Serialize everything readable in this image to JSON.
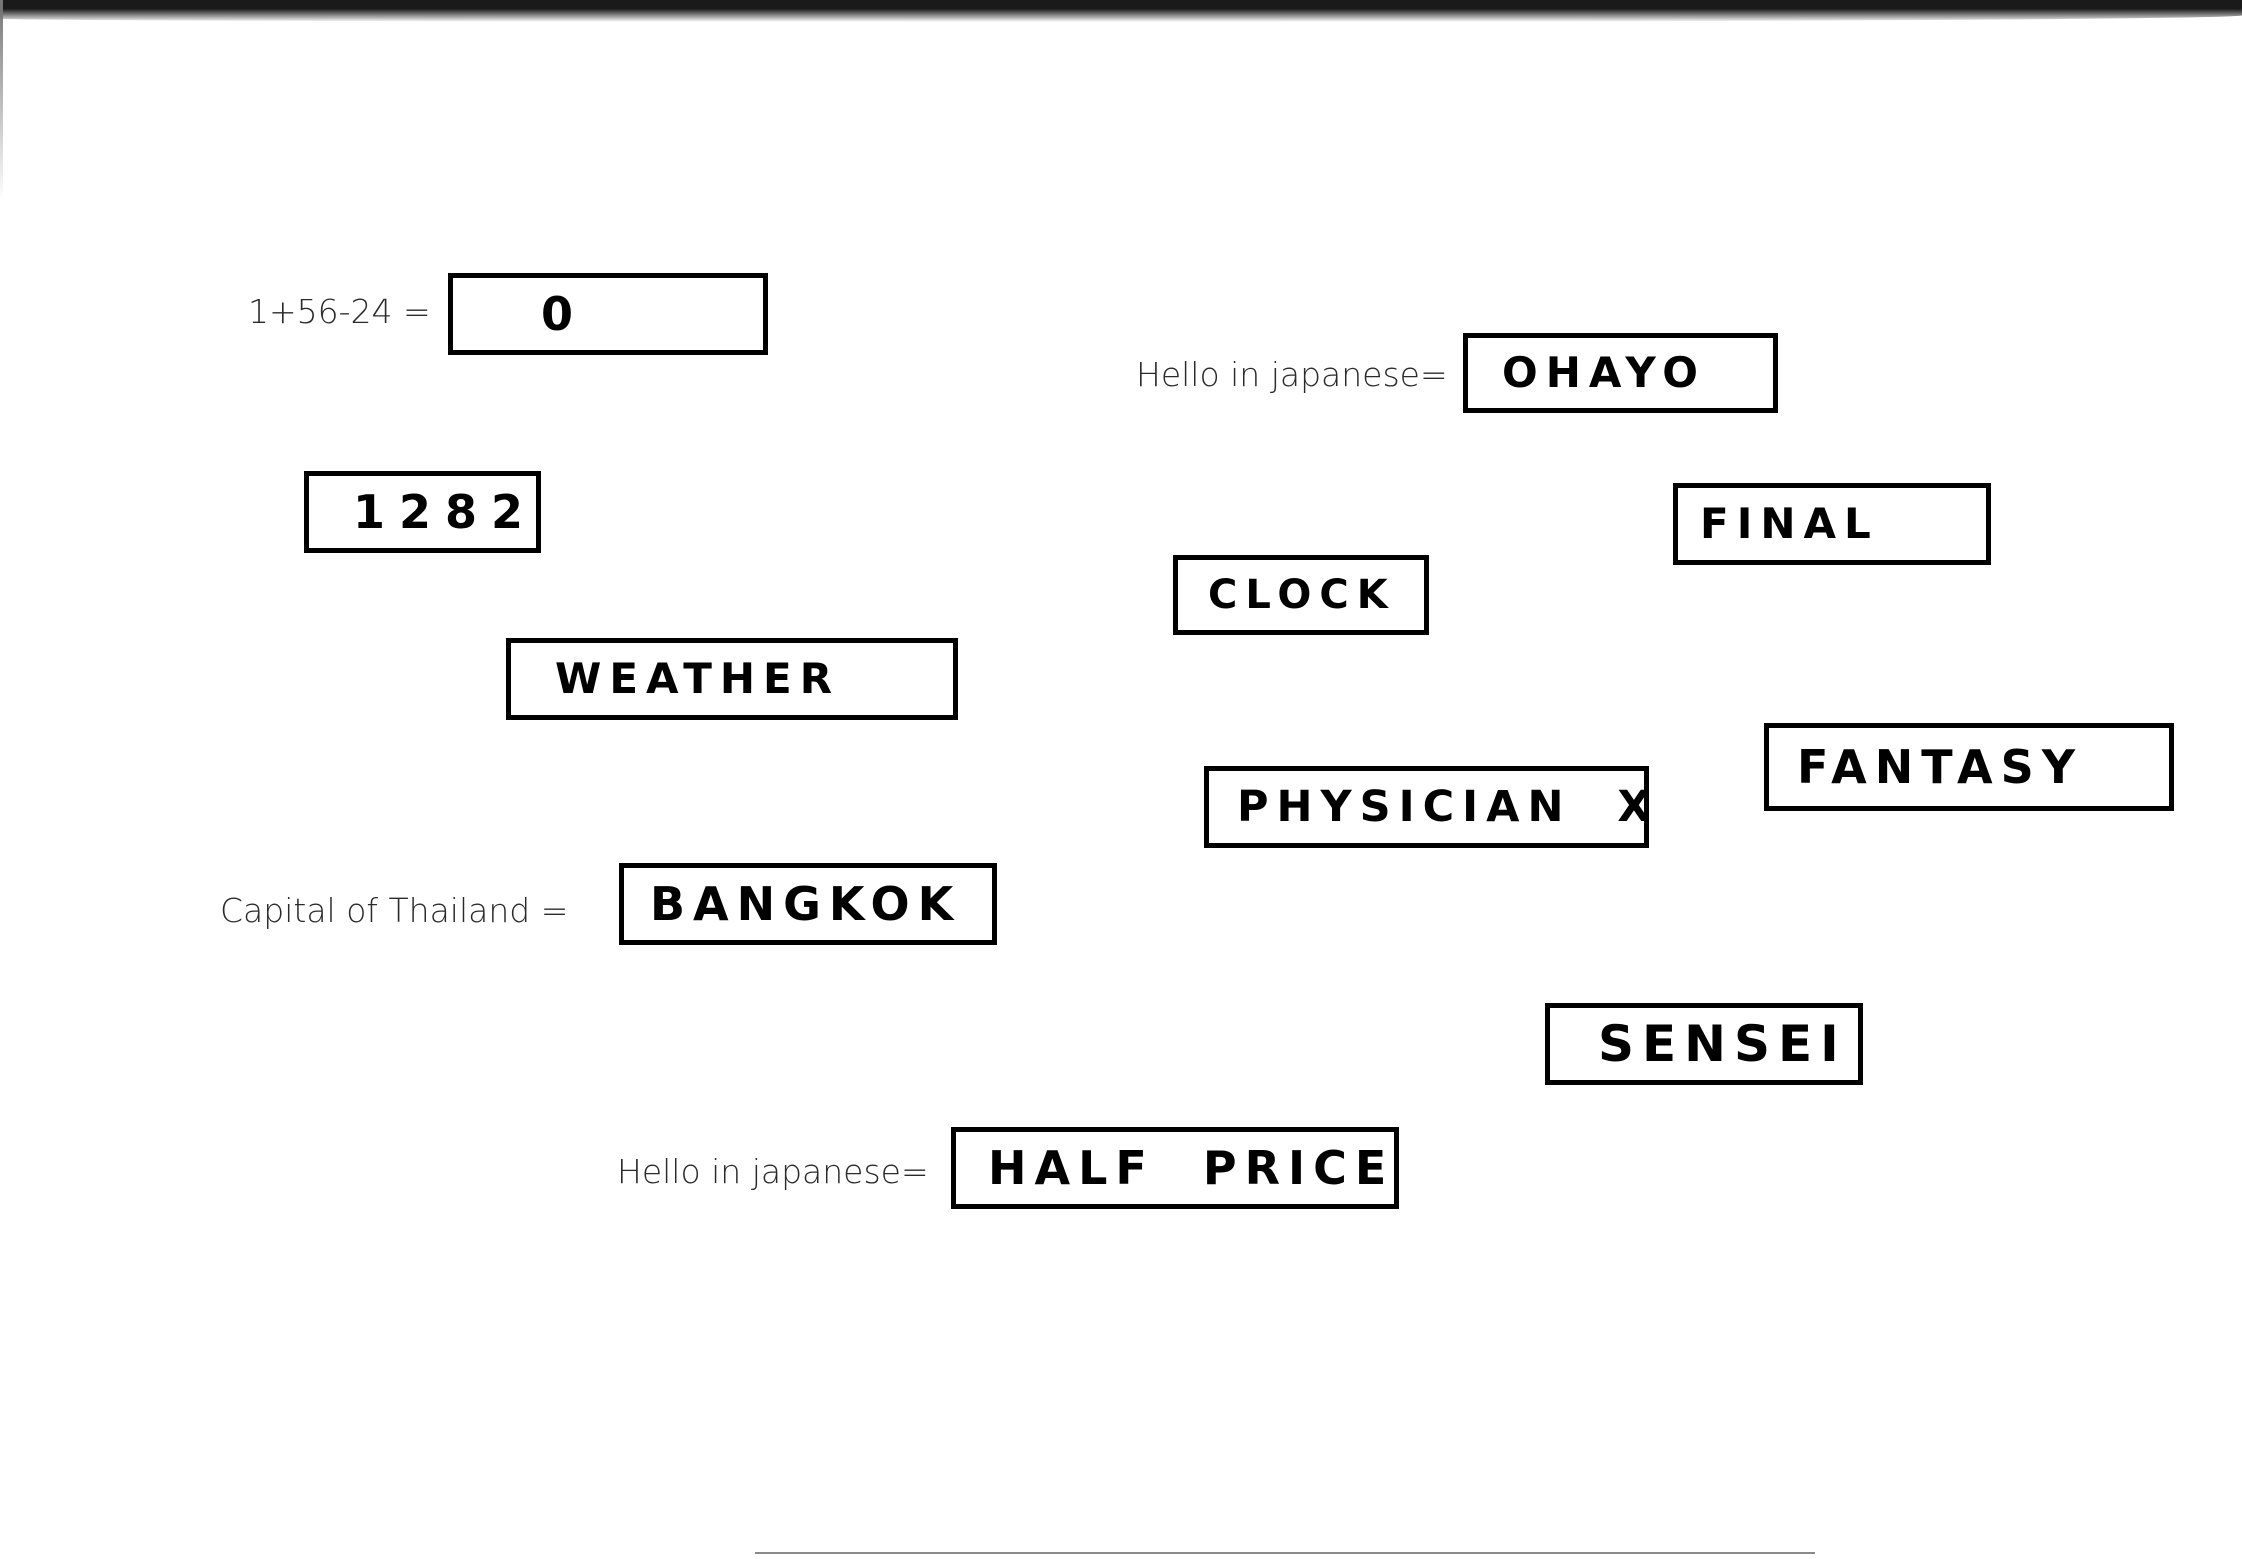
{
  "labels": {
    "equation": "1+56-24 =",
    "hello_top": "Hello in japanese=",
    "capital": "Capital of Thailand =",
    "hello_bottom": "Hello in japanese="
  },
  "boxes": {
    "equation_answer": "0",
    "hello_top_answer": "OHAYO",
    "number": "1282",
    "final": "FINAL",
    "clock": "CLOCK",
    "weather": "WEATHER",
    "fantasy": "FANTASY",
    "physician": "PHYSICIAN  X",
    "capital_answer": "BANGKOK",
    "sensei": "SENSEI",
    "half_price": "HALF  PRICE"
  }
}
